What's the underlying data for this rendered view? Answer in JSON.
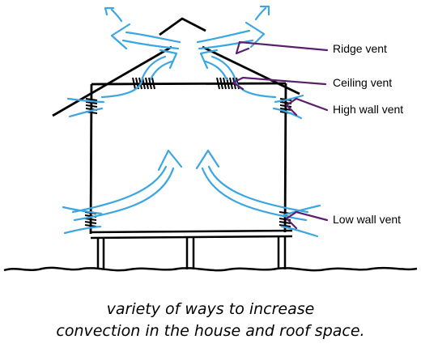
{
  "labels": {
    "ridge_vent": "Ridge vent",
    "ceiling_vent": "Ceiling vent",
    "high_wall_vent": "High wall vent",
    "low_wall_vent": "Low wall vent"
  },
  "caption": {
    "line1": "variety of ways to increase",
    "line2": "convection in the house and roof space."
  },
  "colors": {
    "airflow": "#3aa6e3",
    "pointer": "#5b1f6b",
    "structure": "#000000"
  }
}
